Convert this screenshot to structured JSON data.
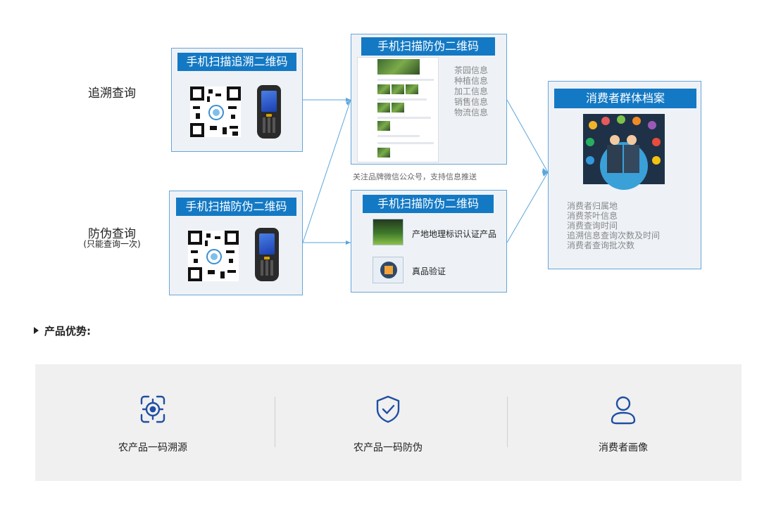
{
  "diagram": {
    "trace_query_label": "追溯查询",
    "anti_query_label": "防伪查询",
    "anti_query_sublabel": "(只能查询一次)",
    "scan_trace_title": "手机扫描追溯二维码",
    "scan_anti_title_left": "手机扫描防伪二维码",
    "scan_anti_title_top": "手机扫描防伪二维码",
    "scan_anti_title_bottom": "手机扫描防伪二维码",
    "trace_info": [
      "茶园信息",
      "种植信息",
      "加工信息",
      "销售信息",
      "物流信息"
    ],
    "wechat_caption": "关注品牌微信公众号，支持信息推送",
    "anti_items": [
      "产地地理标识认证产品",
      "真品验证"
    ],
    "consumer_title": "消费者群体档案",
    "consumer_info": [
      "消费者归属地",
      "消费茶叶信息",
      "消费查询时间",
      "追溯信息查询次数及时间",
      "消费者查询批次数"
    ],
    "accent_color": "#1479c4",
    "connector_color": "#5aa6dc"
  },
  "advantages": {
    "section_title": "产品优势:",
    "items": [
      {
        "label": "农产品一码溯源",
        "icon": "target-scan-icon"
      },
      {
        "label": "农产品一码防伪",
        "icon": "shield-check-icon"
      },
      {
        "label": "消费者画像",
        "icon": "user-icon"
      }
    ],
    "icon_color": "#1f4fa3"
  }
}
